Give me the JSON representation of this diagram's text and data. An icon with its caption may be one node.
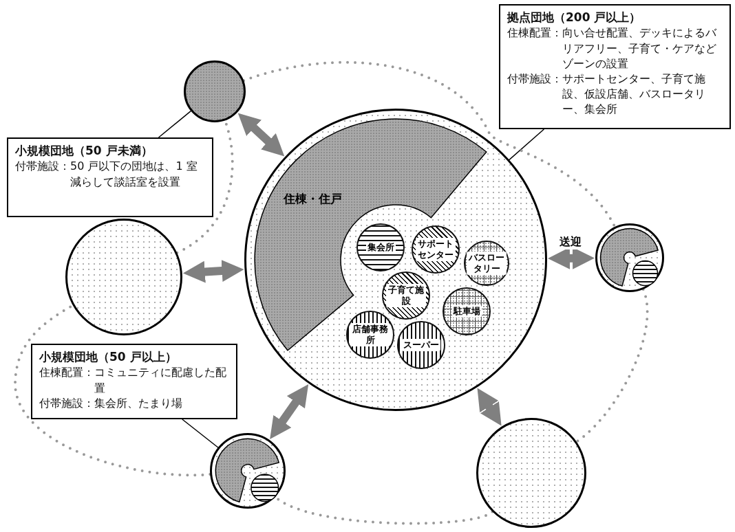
{
  "diagram": {
    "nodes": [
      {
        "text": [],
        "shape": "circle"
      },
      {
        "text": [
          "住棟・住戸"
        ],
        "in": 0
      },
      {
        "text": [
          "集会所"
        ],
        "in": 0
      },
      {
        "text": [
          "サポートセンター"
        ],
        "in": 0
      },
      {
        "text": [
          "バスロータリー"
        ],
        "in": 0
      },
      {
        "text": [
          "子育て施設"
        ],
        "in": 0
      },
      {
        "text": [
          "駐車場"
        ],
        "in": 0
      },
      {
        "text": [
          "店舗事務所"
        ],
        "in": 0
      },
      {
        "text": [
          "スーパー"
        ],
        "in": 0
      },
      {
        "text": [],
        "shape": "circle"
      },
      {
        "text": [],
        "shape": "circle"
      },
      {
        "text": [],
        "shape": "circle"
      },
      {
        "text": [],
        "shape": "circle"
      },
      {
        "text": [],
        "shape": "circle"
      },
      {
        "text": [
          "拠点団地（200 戸以上）",
          "住棟配置：向い合せ配置、デッキによるバリアフリー、子育て・ケアなどゾーンの設置",
          "付帯施設：サポートセンター、子育て施設、仮設店舗、バスロータリー、集会所"
        ]
      },
      {
        "text": [
          "小規模団地（50 戸未満）",
          "付帯施設：50 戸以下の団地は、1 室減らして談話室を設置"
        ]
      },
      {
        "text": [
          "小規模団地（50 戸以上）",
          "住棟配置：コミュニティに配慮した配置",
          "付帯施設：集会所、たまり場"
        ]
      }
    ],
    "edges": [
      {
        "from": 14,
        "to": 1,
        "arrow": "none",
        "color": "#000000"
      },
      {
        "from": 15,
        "to": 9,
        "arrow": "none",
        "color": "#000000"
      },
      {
        "from": 16,
        "to": 12,
        "arrow": "none",
        "color": "#000000"
      },
      {
        "from": 9,
        "to": 0,
        "arrow": "both",
        "style": "thick",
        "color": "#808080"
      },
      {
        "from": 10,
        "to": 0,
        "arrow": "both",
        "style": "thick",
        "color": "#808080"
      },
      {
        "from": 0,
        "to": 11,
        "arrow": "both",
        "label": "送迎",
        "style": "thick",
        "color": "#808080"
      },
      {
        "from": 12,
        "to": 0,
        "arrow": "both",
        "style": "thick",
        "color": "#808080"
      },
      {
        "from": 0,
        "to": 13,
        "arrow": "both",
        "style": "thick",
        "color": "#808080"
      },
      {
        "from": 9,
        "to": 11,
        "arrow": "none",
        "style": "dashed",
        "color": "#999999"
      },
      {
        "from": 11,
        "to": 13,
        "arrow": "none",
        "style": "dashed",
        "color": "#999999"
      },
      {
        "from": 13,
        "to": 12,
        "arrow": "none",
        "style": "dashed",
        "color": "#999999"
      },
      {
        "from": 12,
        "to": 10,
        "arrow": "none",
        "style": "dashed",
        "color": "#999999"
      },
      {
        "from": 10,
        "to": 9,
        "arrow": "none",
        "style": "dashed",
        "color": "#999999"
      }
    ]
  }
}
